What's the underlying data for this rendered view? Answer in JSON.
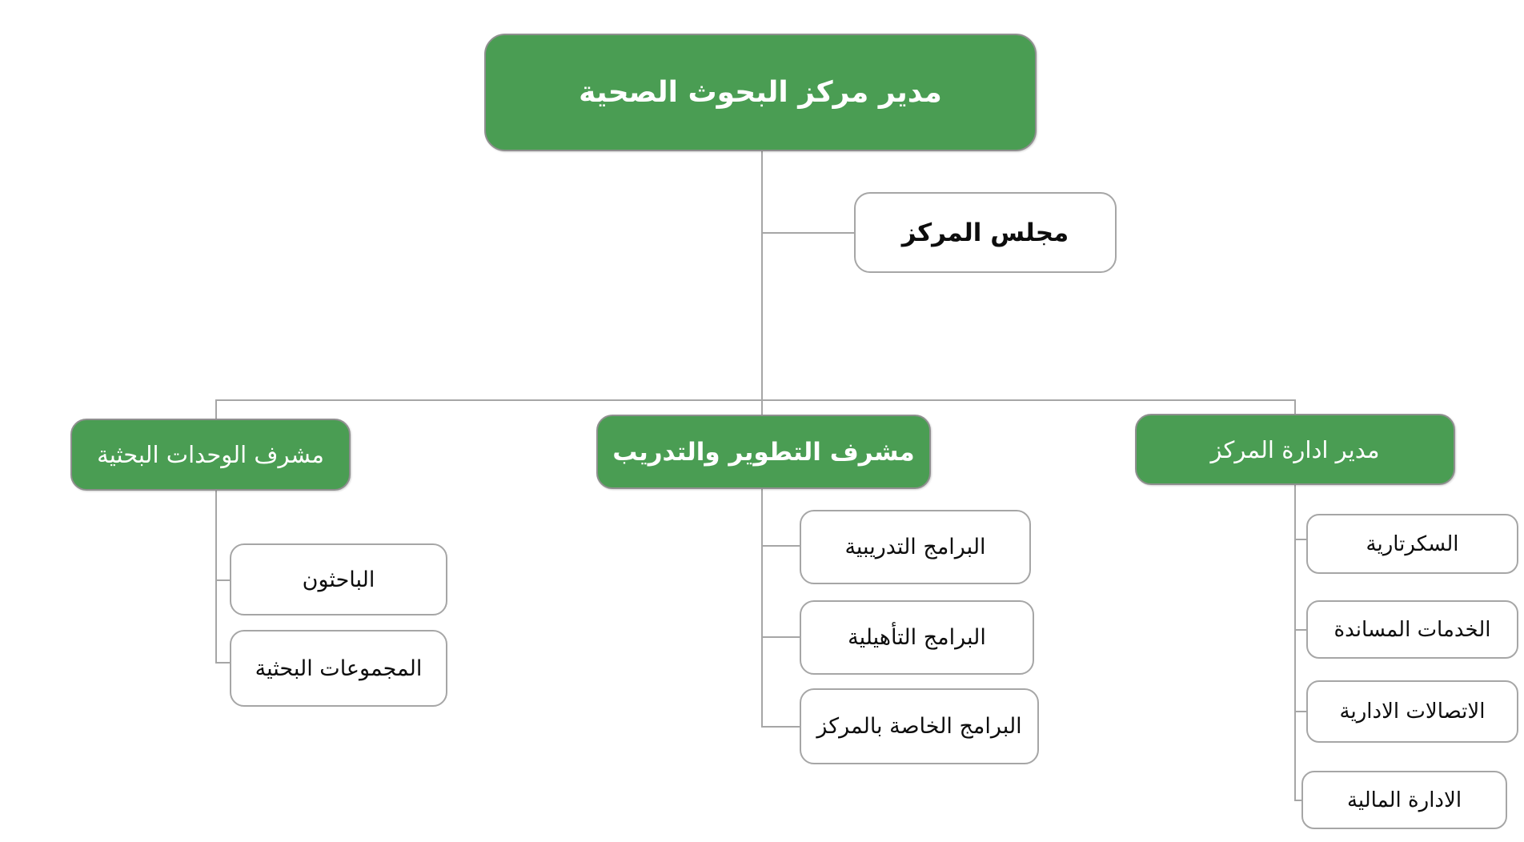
{
  "title": "org-chart-health-research-center",
  "colors": {
    "node_green": "#4a9d53",
    "node_white": "#ffffff",
    "green_border": "#8f8f8f",
    "white_border": "#a6a6a6",
    "connector": "#a6a6a6",
    "text_on_green": "#ffffff",
    "text_on_white": "#0d0d0d",
    "background": "#ffffff"
  },
  "org": {
    "root": {
      "label": "مدير مركز البحوث الصحية"
    },
    "council": {
      "label": "مجلس المركز"
    },
    "branches": [
      {
        "label": "مشرف الوحدات البحثية",
        "children": [
          {
            "label": "الباحثون"
          },
          {
            "label": "المجموعات البحثية"
          }
        ]
      },
      {
        "label": "مشرف التطوير والتدريب",
        "children": [
          {
            "label": "البرامج التدريبية"
          },
          {
            "label": "البرامج التأهيلية"
          },
          {
            "label": "البرامج الخاصة بالمركز"
          }
        ]
      },
      {
        "label": "مدير ادارة المركز",
        "children": [
          {
            "label": "السكرتارية"
          },
          {
            "label": "الخدمات المساندة"
          },
          {
            "label": "الاتصالات الادارية"
          },
          {
            "label": "الادارة المالية"
          }
        ]
      }
    ]
  }
}
